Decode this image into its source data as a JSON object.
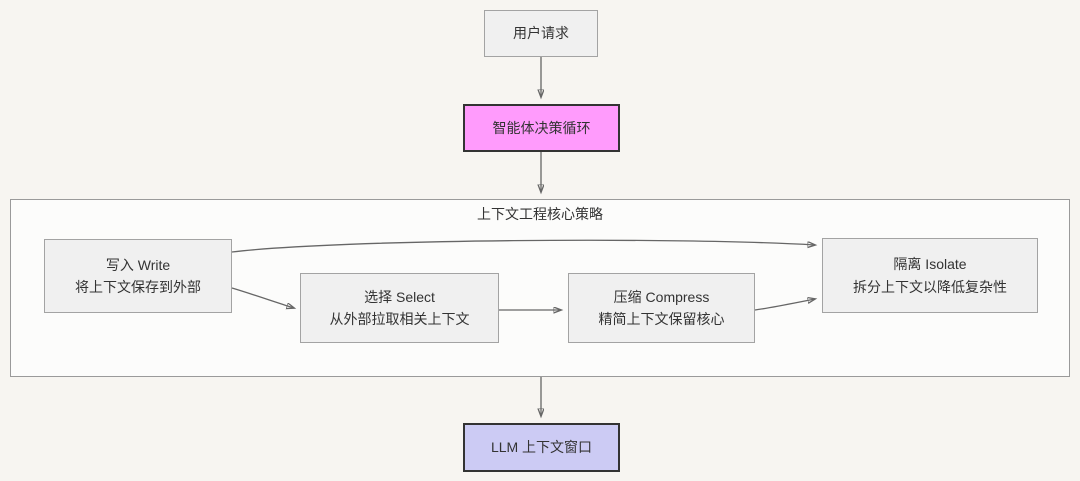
{
  "diagram": {
    "nodes": {
      "user_request": {
        "label": "用户请求"
      },
      "agent_loop": {
        "label": "智能体决策循环"
      },
      "strategies_container": {
        "title": "上下文工程核心策略"
      },
      "write": {
        "title": "写入 Write",
        "subtitle": "将上下文保存到外部"
      },
      "select": {
        "title": "选择 Select",
        "subtitle": "从外部拉取相关上下文"
      },
      "compress": {
        "title": "压缩 Compress",
        "subtitle": "精简上下文保留核心"
      },
      "isolate": {
        "title": "隔离 Isolate",
        "subtitle": "拆分上下文以降低复杂性"
      },
      "llm_context_window": {
        "label": "LLM 上下文窗口"
      }
    },
    "colors": {
      "background": "#f7f5f1",
      "default_node_fill": "#f0f0f0",
      "default_node_border": "#a3a3a3",
      "agent_loop_fill": "#ff9bfc",
      "llm_window_fill": "#cccbf4",
      "accent_border": "#333333",
      "arrow": "#666666",
      "text": "#333333"
    }
  }
}
